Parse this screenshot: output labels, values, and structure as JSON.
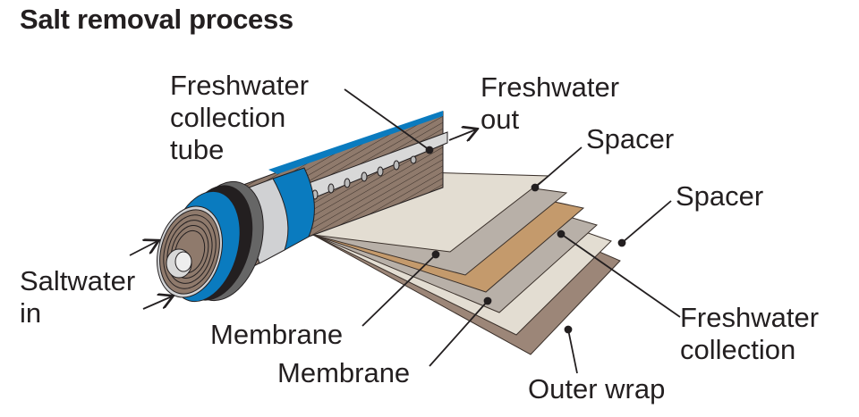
{
  "title": "Salt removal process",
  "labels": {
    "collection_tube": [
      "Freshwater",
      "collection",
      "tube"
    ],
    "freshwater_out": [
      "Freshwater",
      "out"
    ],
    "spacer_1": "Spacer",
    "spacer_2": "Spacer",
    "saltwater_in": [
      "Saltwater",
      "in"
    ],
    "membrane_1": "Membrane",
    "membrane_2": "Membrane",
    "freshwater_collection": [
      "Freshwater",
      "collection"
    ],
    "outer_wrap": "Outer wrap"
  },
  "colors": {
    "blue_band": "#0a7bbf",
    "spacer": "#e3ddd2",
    "membrane": "#b8b0a8",
    "freshwater_collection": "#c49a6c",
    "outer_wrap": "#9c8678",
    "roll_brown": "#8f7a6c"
  }
}
